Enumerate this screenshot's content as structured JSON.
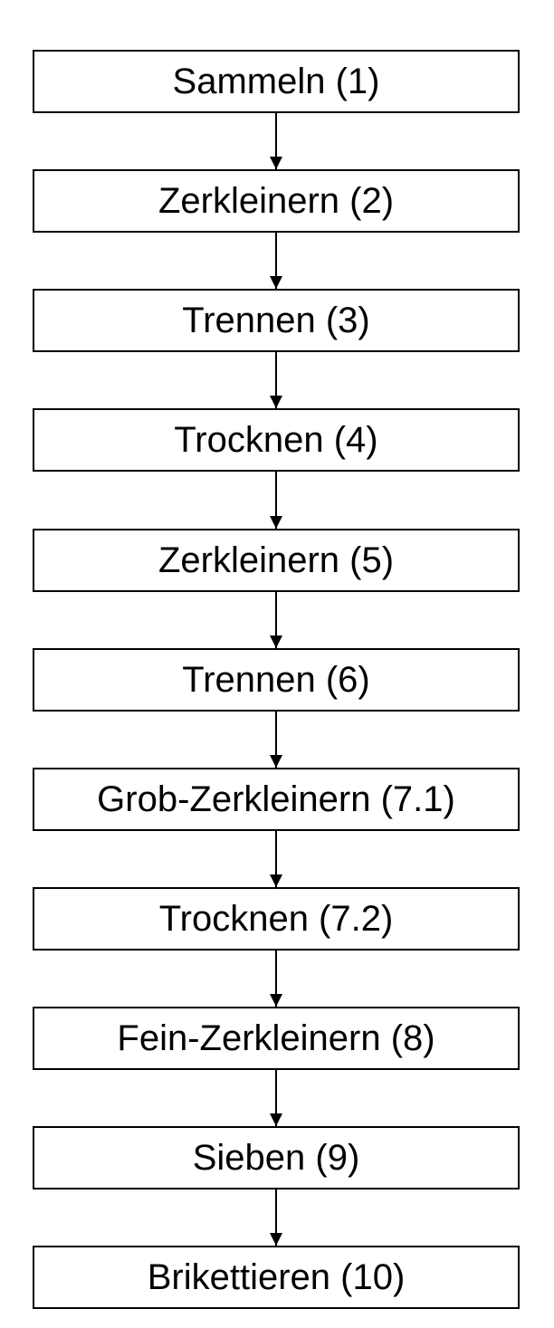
{
  "flowchart": {
    "steps": [
      {
        "label": "Sammeln (1)"
      },
      {
        "label": "Zerkleinern (2)"
      },
      {
        "label": "Trennen (3)"
      },
      {
        "label": "Trocknen (4)"
      },
      {
        "label": "Zerkleinern (5)"
      },
      {
        "label": "Trennen (6)"
      },
      {
        "label": "Grob-Zerkleinern (7.1)"
      },
      {
        "label": "Trocknen (7.2)"
      },
      {
        "label": "Fein-Zerkleinern (8)"
      },
      {
        "label": "Sieben (9)"
      },
      {
        "label": "Brikettieren (10)"
      }
    ]
  },
  "colors": {
    "line": "#000000",
    "box_fill": "#ffffff",
    "text": "#000000"
  }
}
